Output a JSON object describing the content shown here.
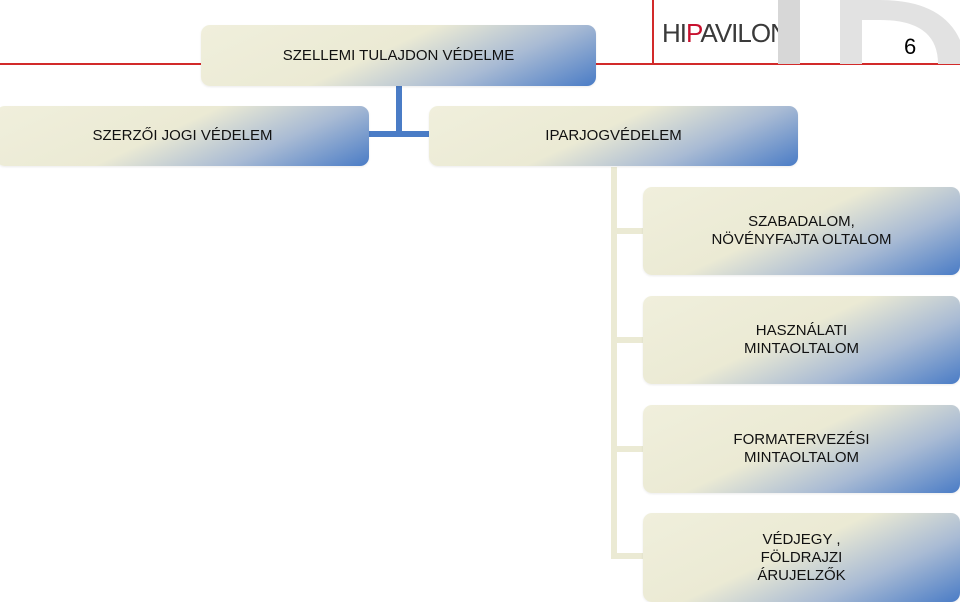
{
  "header": {
    "logo_part1": "HI",
    "logo_part2": "P",
    "logo_part3": "AVILON",
    "page_number": "6"
  },
  "diagram": {
    "root": "SZELLEMI TULAJDON VÉDELME",
    "level1": [
      "SZERZŐI JOGI VÉDELEM",
      "IPARJOGVÉDELEM"
    ],
    "children": [
      "SZABADALOM,\nNÖVÉNYFAJTA OLTALOM",
      "HASZNÁLATI\nMINTAOLTALOM",
      "FORMATERVEZÉSI\nMINTAOLTALOM",
      "VÉDJEGY ,\nFÖLDRAJZI\nÁRUJELZŐK"
    ]
  },
  "colors": {
    "accent_red": "#d22a2a",
    "connector_blue": "#4a7cc6",
    "connector_cream": "#ebead4"
  }
}
